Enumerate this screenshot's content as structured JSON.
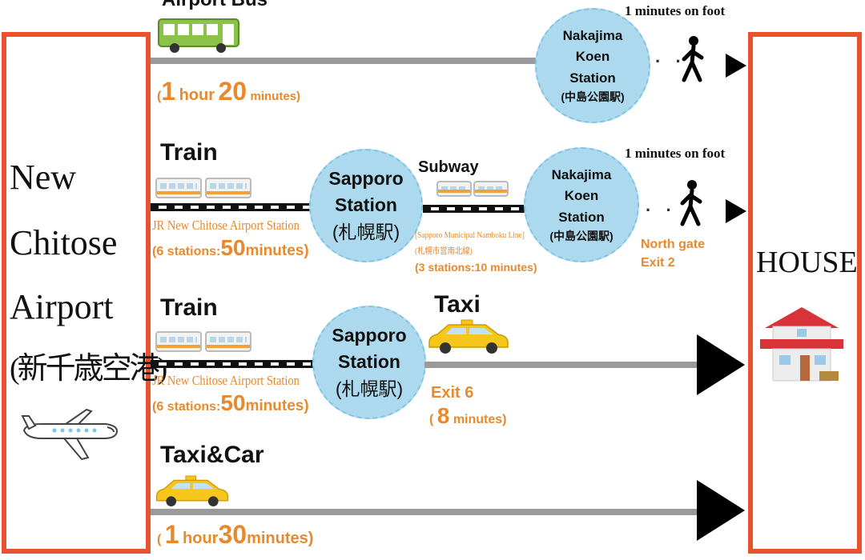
{
  "origin": {
    "lines": [
      "New",
      "Chitose",
      "Airport",
      "(新千歳空港)"
    ],
    "plane_icon": "airplane-icon"
  },
  "destination": {
    "label": "HOUSE",
    "icon": "house-icon"
  },
  "colors": {
    "border": "#e8522e",
    "accent": "#e8892d",
    "station": "#acd9ee"
  },
  "routes": {
    "bus": {
      "mode": "Airport Bus",
      "time_open": "(",
      "time_hour": "1",
      "time_hour_unit": "hour",
      "time_min": "20",
      "time_min_unit": "minutes)",
      "station": [
        "Nakajima",
        "Koen",
        "Station",
        "(中島公園駅)"
      ],
      "walk": "1 minutes on foot"
    },
    "train_subway": {
      "mode": "Train",
      "rail_line": "JR New Chitose Airport Station",
      "rail_time_prefix": "(6 stations:",
      "rail_time_num": "50",
      "rail_time_suffix": "minutes)",
      "station1": [
        "Sapporo",
        "Station",
        "(札幌駅)"
      ],
      "subway_label": "Subway",
      "subway_line": "[Sapporo Municipal Namboku Line]",
      "subway_line_jp": "(札幌市営南北線)",
      "subway_time": "(3 stations:10 minutes)",
      "station2": [
        "Nakajima",
        "Koen",
        "Station",
        "(中島公園駅)"
      ],
      "walk": "1 minutes on foot",
      "gate": [
        "North gate",
        "Exit 2"
      ]
    },
    "train_taxi": {
      "mode": "Train",
      "rail_line": "JR New Chitose Airport Station",
      "rail_time_prefix": "(6 stations:",
      "rail_time_num": "50",
      "rail_time_suffix": "minutes)",
      "station": [
        "Sapporo",
        "Station",
        "(札幌駅)"
      ],
      "taxi_label": "Taxi",
      "exit": "Exit 6",
      "time_open": "(",
      "time_num": "8",
      "time_unit": "minutes)"
    },
    "taxi_car": {
      "mode": "Taxi&Car",
      "time_open": "(",
      "time_hour": "1",
      "time_hour_unit": "hour",
      "time_min": "30",
      "time_min_unit": "minutes)"
    }
  }
}
